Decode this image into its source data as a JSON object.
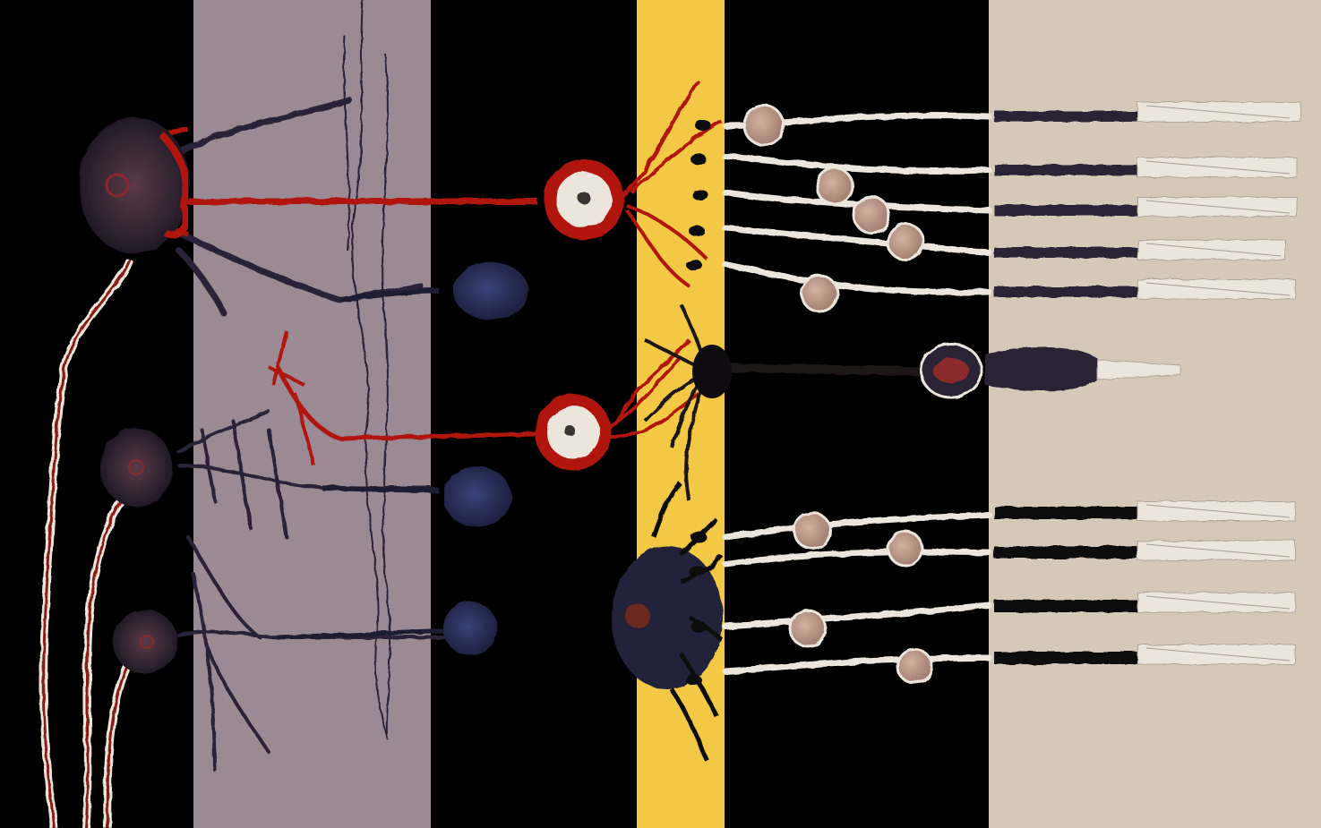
{
  "diagram": {
    "type": "retina-neuron-illustration",
    "background": "#000000",
    "layers": [
      {
        "id": "inner-plexiform-layer",
        "color": "#9b8a93"
      },
      {
        "id": "outer-plexiform-layer",
        "color": "#f2c845"
      },
      {
        "id": "photoreceptor-segment-layer",
        "color": "#d6c8b6"
      }
    ],
    "colors": {
      "red_neuron": "#b0140f",
      "dark_neuron": "#1c1b33",
      "soma_dark": "#3a2a35",
      "soma_nucleus": "#8a2a2a",
      "bipolar_soma": "#2a2e55",
      "photoreceptor_nucleus": "#b89585",
      "cone_body": "#2a2035",
      "axon_white_outline": "#ece5dc"
    },
    "cell_groups": [
      {
        "id": "ganglion-cells",
        "count": 3
      },
      {
        "id": "bipolar-cells",
        "count": 3
      },
      {
        "id": "red-bipolar-cells",
        "count": 2
      },
      {
        "id": "horizontal-cells",
        "count": 2
      },
      {
        "id": "rod-photoreceptors",
        "count": 9
      },
      {
        "id": "cone-photoreceptors",
        "count": 1
      }
    ]
  }
}
